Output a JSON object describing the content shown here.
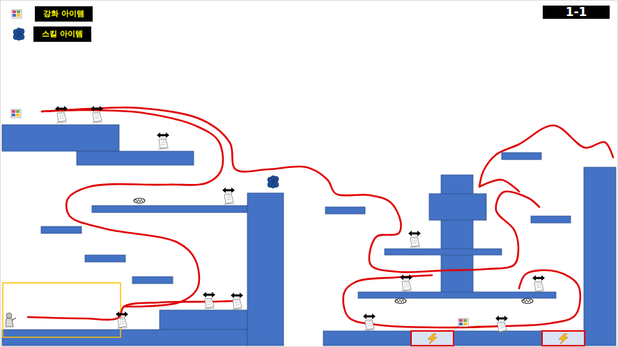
{
  "diagram": {
    "title": "1-1",
    "legend": [
      {
        "text": "강화 아이템"
      },
      {
        "text": "스킬 아이템"
      }
    ]
  }
}
